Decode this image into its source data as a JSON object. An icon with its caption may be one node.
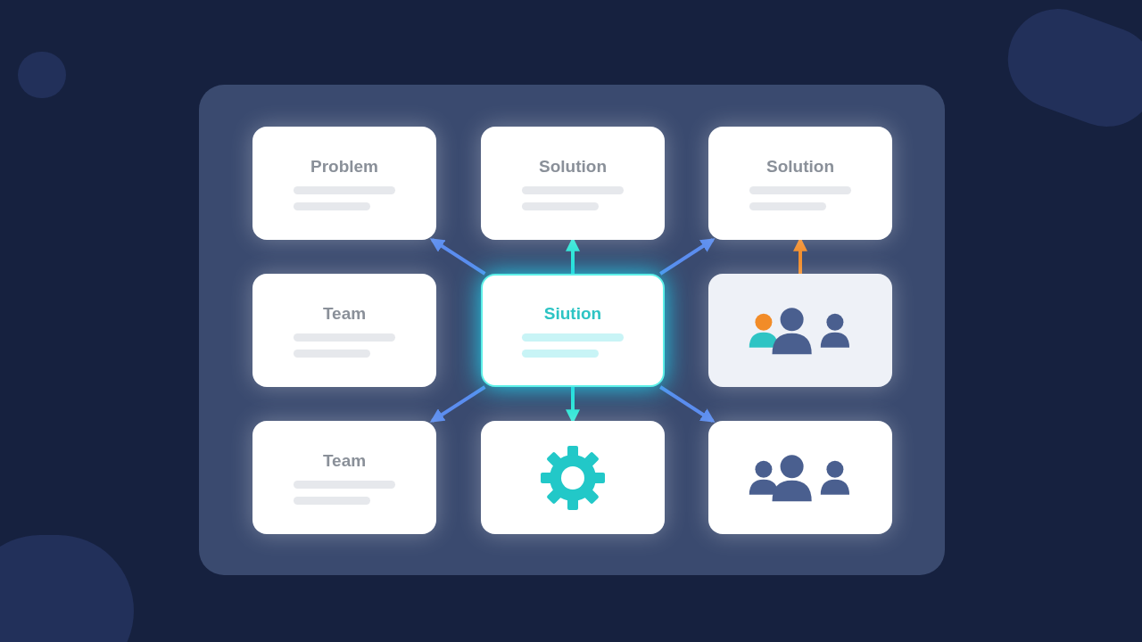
{
  "diagram": {
    "nodes": [
      {
        "text": [
          "Problem"
        ]
      },
      {
        "text": [
          "Solution"
        ]
      },
      {
        "text": [
          "Solution"
        ]
      },
      {
        "text": [
          "Team"
        ]
      },
      {
        "text": [
          "Siution"
        ]
      },
      {
        "text": [],
        "shape": "picture"
      },
      {
        "text": [
          "Team"
        ]
      },
      {
        "text": [],
        "shape": "picture"
      },
      {
        "text": [],
        "shape": "picture"
      }
    ],
    "edges": [
      {
        "from": 4,
        "to": 0,
        "arrow": "to"
      },
      {
        "from": 4,
        "to": 1,
        "arrow": "to",
        "color": "#2ee6d6"
      },
      {
        "from": 4,
        "to": 2,
        "arrow": "to"
      },
      {
        "from": 5,
        "to": 2,
        "arrow": "to",
        "color": "#f28c28"
      },
      {
        "from": 4,
        "to": 6,
        "arrow": "to"
      },
      {
        "from": 4,
        "to": 7,
        "arrow": "to",
        "color": "#2ee6d6"
      },
      {
        "from": 4,
        "to": 8,
        "arrow": "to"
      }
    ]
  }
}
